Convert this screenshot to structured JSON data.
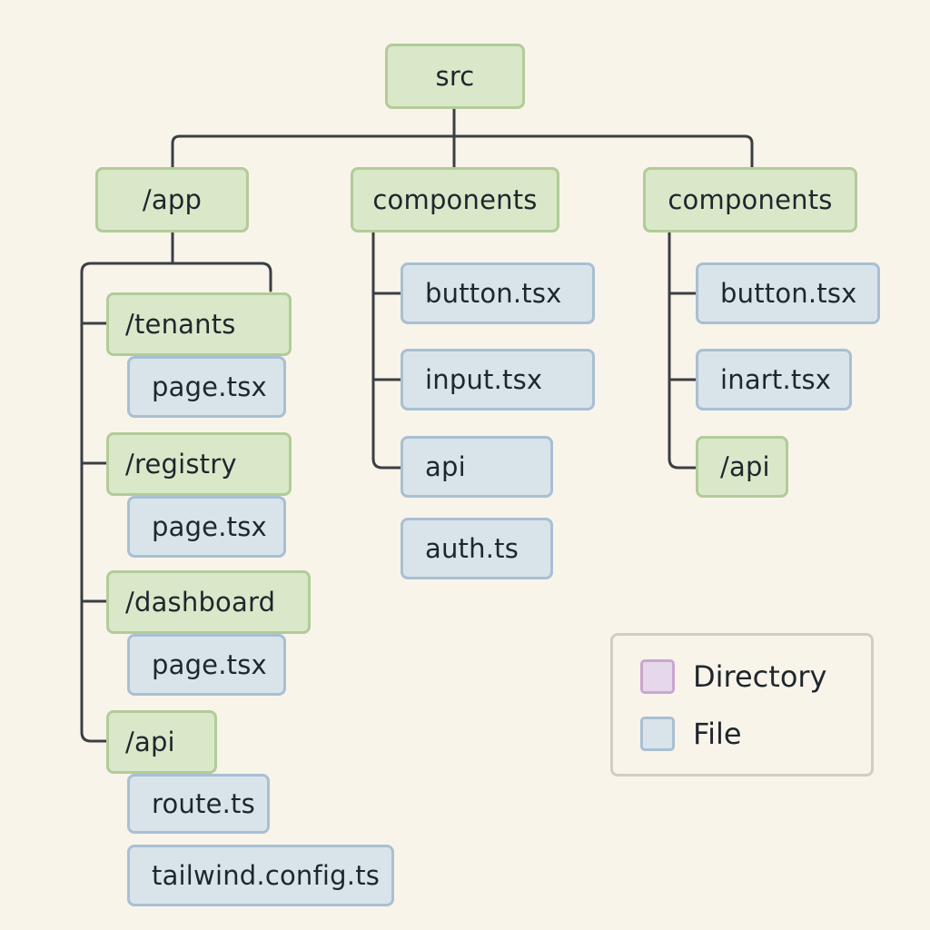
{
  "tree": {
    "root": "src",
    "columns": [
      {
        "label": "/app",
        "children": [
          {
            "label": "/tenants",
            "files": [
              "page.tsx"
            ]
          },
          {
            "label": "/registry",
            "files": [
              "page.tsx"
            ]
          },
          {
            "label": "/dashboard",
            "files": [
              "page.tsx"
            ]
          },
          {
            "label": "/api",
            "files": [
              "route.ts",
              "tailwind.config.ts"
            ]
          }
        ]
      },
      {
        "label": "components",
        "children": [
          "button.tsx",
          "input.tsx",
          "api",
          "auth.ts"
        ]
      },
      {
        "label": "components",
        "children": [
          "button.tsx",
          "inart.tsx",
          "/api"
        ]
      }
    ]
  },
  "legend": {
    "directory": "Directory",
    "file": "File"
  },
  "colors": {
    "background": "#f8f4ea",
    "directory_fill": "#d9e8c9",
    "directory_border": "#b2cc98",
    "file_fill": "#d9e4ea",
    "file_border": "#a9bfd3",
    "legend_directory_swatch": "#e6d7ea",
    "connector": "#3a3f44"
  }
}
